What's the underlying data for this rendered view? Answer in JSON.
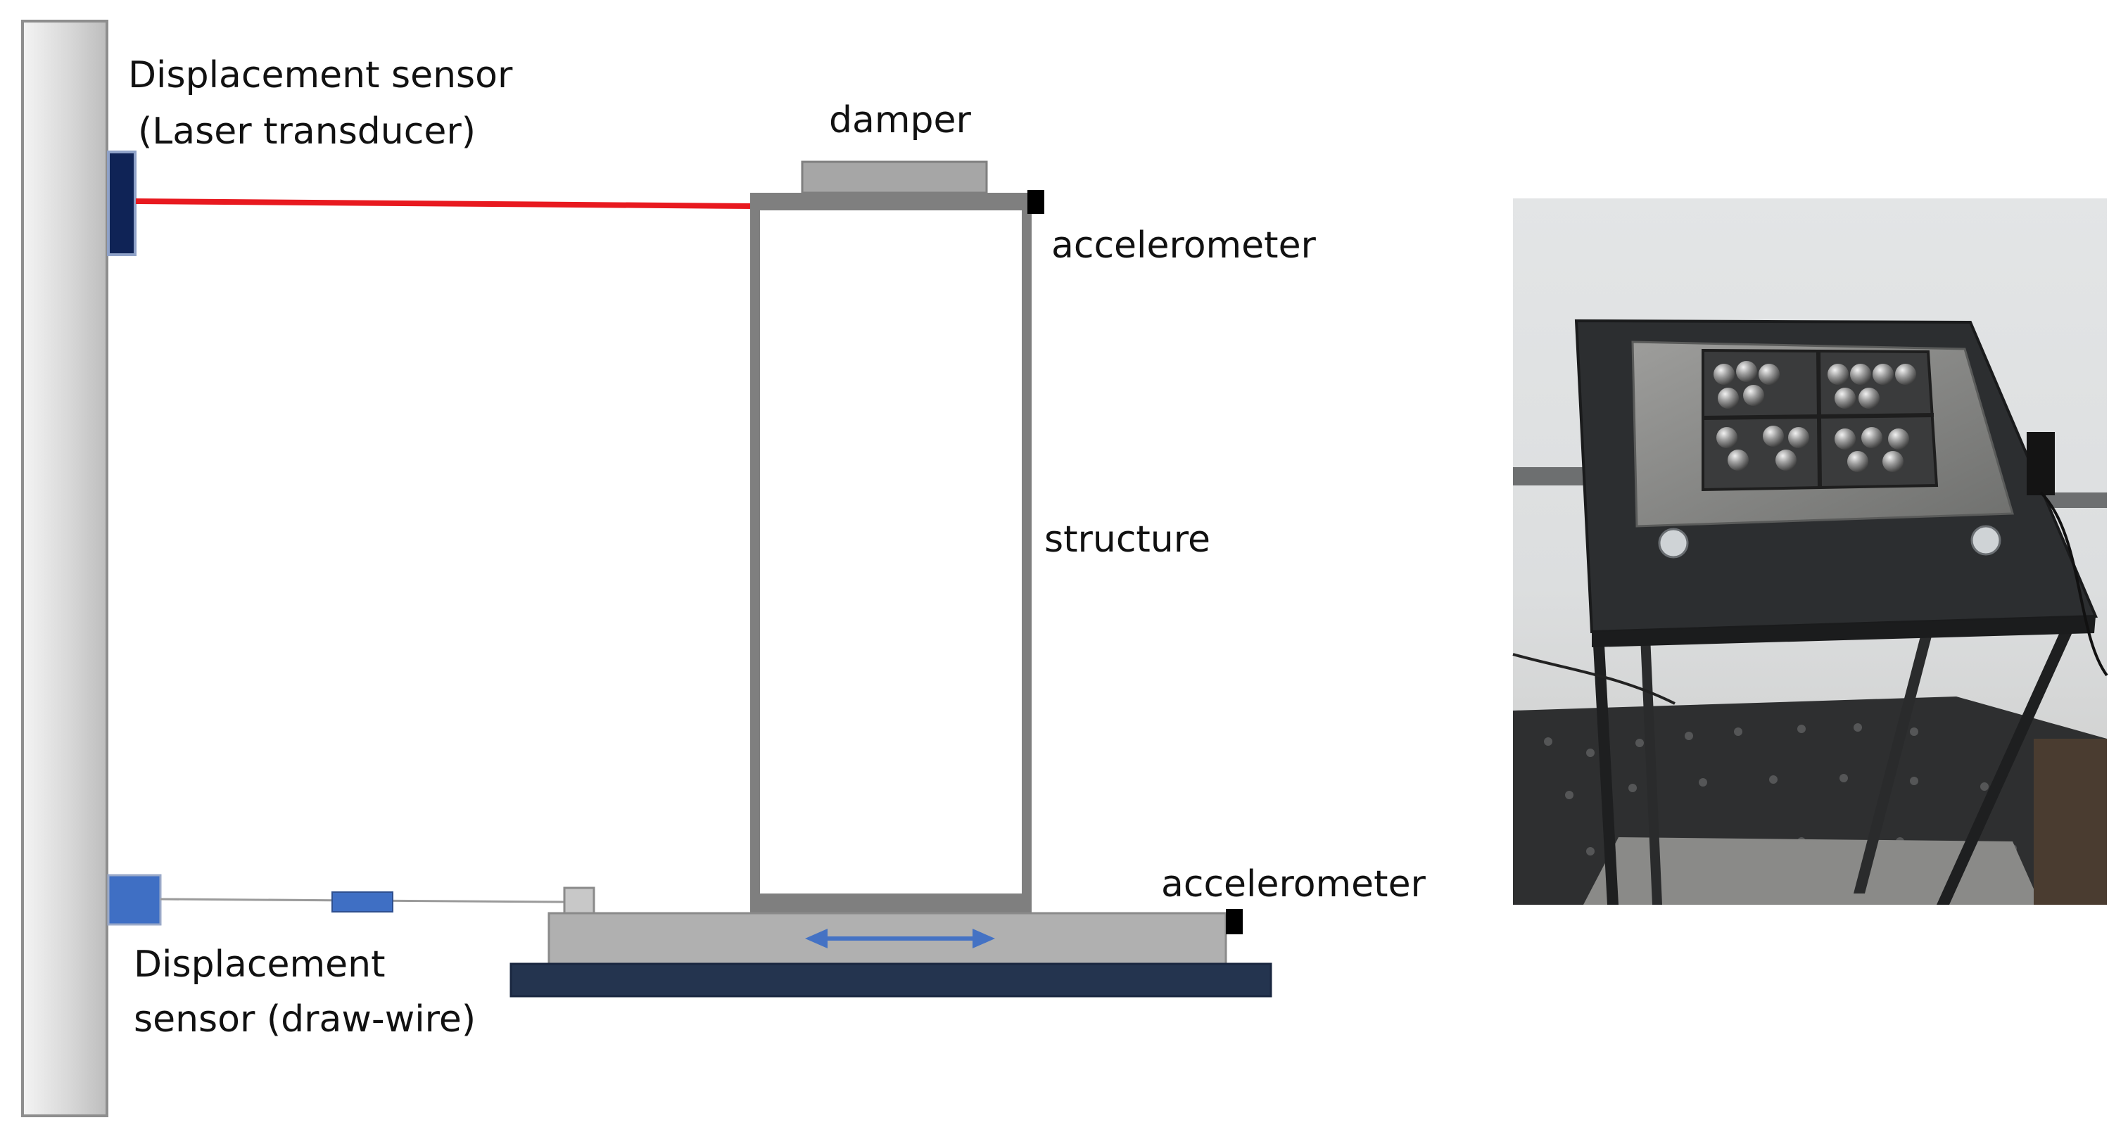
{
  "labels": {
    "laser_sensor_line1": "Displacement sensor",
    "laser_sensor_line2": "(Laser transducer)",
    "damper": "damper",
    "accelerometer_top": "accelerometer",
    "structure": "structure",
    "accelerometer_bottom": "accelerometer",
    "drawwire_sensor_line1": "Displacement",
    "drawwire_sensor_line2": "sensor (draw-wire)"
  },
  "colors": {
    "laser_beam": "#e8191f",
    "laser_sensor": "#0f2356",
    "drawwire_sensor": "#3f6fc4",
    "motion_arrow": "#4472c4",
    "frame": "#7f7f7f",
    "damper": "#a6a6a6",
    "base_plate": "#b0b0b0",
    "shake_table": "#24344f",
    "wall": "#d0d0d0"
  },
  "photo": {
    "subject": "photograph of the physical test structure with ball damper"
  }
}
